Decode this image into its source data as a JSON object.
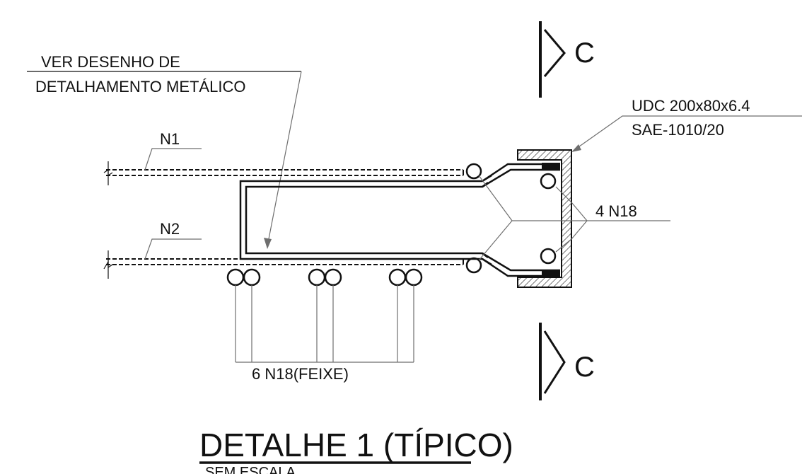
{
  "labels": {
    "ver_desenho_line1": "VER DESENHO DE",
    "ver_desenho_line2": "DETALHAMENTO METÁLICO",
    "n1": "N1",
    "n2": "N2",
    "udc_line1": "UDC 200x80x6.4",
    "udc_line2": "SAE-1010/20",
    "four_n18": "4 N18",
    "six_n18": "6 N18(FEIXE)",
    "section_mark_top": "C",
    "section_mark_bottom": "C",
    "title": "DETALHE 1 (TÍPICO)",
    "subtitle": "SEM ESCALA"
  },
  "colors": {
    "ink": "#111111",
    "leader": "#6e6e6e",
    "background": "#ffffff"
  }
}
